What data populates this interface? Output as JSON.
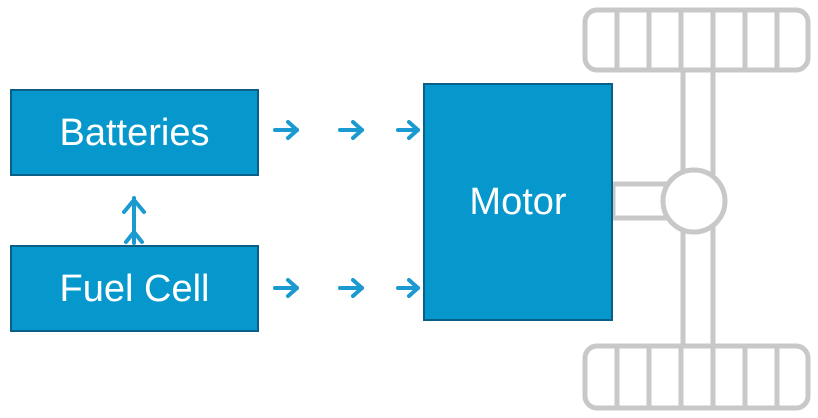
{
  "diagram": {
    "nodes": {
      "batteries": {
        "label": "Batteries"
      },
      "fuel_cell": {
        "label": "Fuel Cell"
      },
      "motor": {
        "label": "Motor"
      }
    },
    "edges": [
      {
        "from": "fuel_cell",
        "to": "batteries",
        "style": "arrow"
      },
      {
        "from": "batteries",
        "to": "motor",
        "style": "dashed-arrows"
      },
      {
        "from": "fuel_cell",
        "to": "motor",
        "style": "dashed-arrows"
      }
    ],
    "colors": {
      "box_fill": "#0698cc",
      "box_border": "#0a5f86",
      "arrow": "#1a9ad0",
      "chassis": "#c8c8c8"
    }
  }
}
